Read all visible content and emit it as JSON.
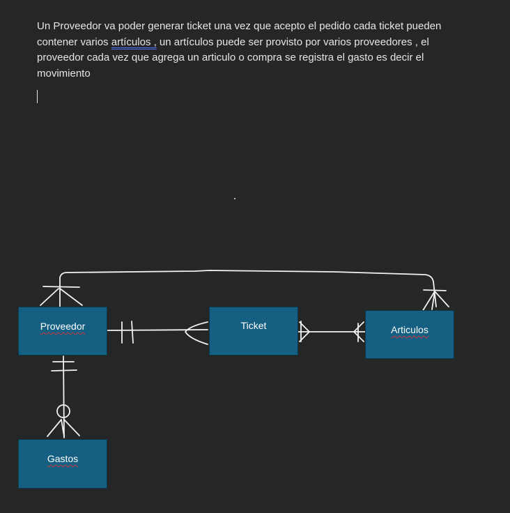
{
  "paragraph": {
    "part1": "Un Proveedor va poder generar ticket una vez que acepto el pedido cada ticket pueden contener varios ",
    "flagged_word": "artículos ,",
    "part2": " un artículos puede ser provisto por varios proveedores , el proveedor cada vez que agrega un articulo o compra se registra el gasto es decir el movimiento"
  },
  "entities": {
    "proveedor": "Proveedor",
    "ticket": "Ticket",
    "articulos": "Articulos",
    "gastos": "Gastos"
  },
  "colors": {
    "background": "#262626",
    "entity_fill": "#156082",
    "line": "#f2f2f2",
    "text": "#e6e6e6"
  }
}
